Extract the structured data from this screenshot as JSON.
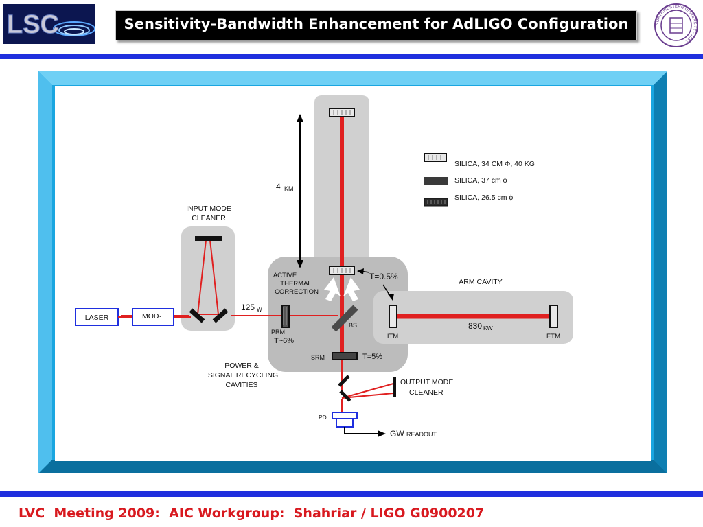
{
  "header": {
    "logo_text": "LSC",
    "title": "Sensitivity-Bandwidth Enhancement for AdLIGO Configuration",
    "seal_text": "NORTHWESTERN UNIVERSITY · 1851"
  },
  "footer": {
    "text": "LVC  Meeting 2009:  AIC Workgroup:  Shahriar / LIGO G0900207"
  },
  "diagram": {
    "arm_length_num": "4",
    "arm_length_unit": "KM",
    "input_mode_cleaner": [
      "INPUT MODE",
      "CLEANER"
    ],
    "laser": "LASER",
    "mod": "MOD·",
    "power_num": "125",
    "power_unit": "W",
    "active_thermal": [
      "ACTIVE",
      "THERMAL",
      "CORRECTION"
    ],
    "transmission_itm": "T=0.5%",
    "arm_cavity": "ARM CAVITY",
    "itm": "ITM",
    "etm": "ETM",
    "arm_power_num": "830",
    "arm_power_unit": "KW",
    "bs": "BS",
    "prm": "PRM",
    "prm_t": "T~6%",
    "srm": "SRM",
    "srm_t": "T=5%",
    "recycling": [
      "POWER &",
      "SIGNAL RECYCLING",
      "CAVITIES"
    ],
    "output_mode_cleaner": [
      "OUTPUT MODE",
      "CLEANER"
    ],
    "pd": "PD",
    "gw": "GW",
    "readout": "READOUT",
    "legend": [
      "SILICA, 34 CM Φ, 40 KG",
      "SILICA, 37 cm ϕ",
      "SILICA, 26.5 cm ϕ"
    ]
  },
  "colors": {
    "accent_blue": "#1f2fde",
    "frame_cyan": "#1aa6e0",
    "beam_red": "#e02020",
    "footer_red": "#d8191f"
  }
}
